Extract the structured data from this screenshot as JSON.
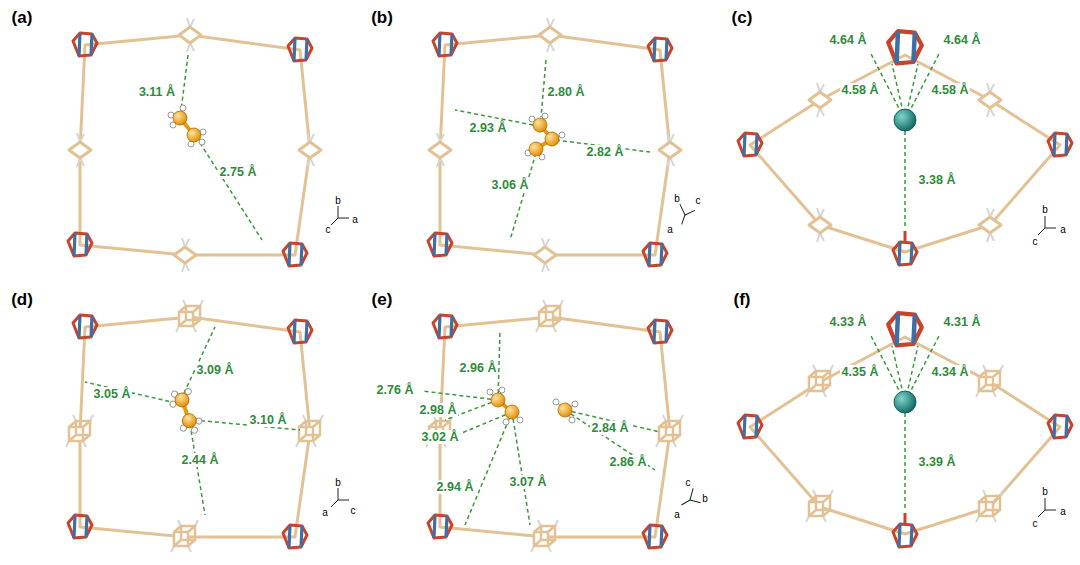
{
  "diagram": {
    "labels": [
      "(a)",
      "3.11 Å",
      "2.75 Å",
      "b",
      "c",
      "a",
      "(b)",
      "2.80 Å",
      "2.93 Å",
      "2.82 Å",
      "3.06 Å",
      "b",
      "c",
      "a",
      "(c)",
      "4.64 Å",
      "4.64 Å",
      "4.58 Å",
      "4.58 Å",
      "3.38 Å",
      "b",
      "a",
      "c",
      "(d)",
      "3.09 Å",
      "3.05 Å",
      "3.10 Å",
      "2.44 Å",
      "b",
      "a",
      "c",
      "(e)",
      "2.76 Å",
      "2.96 Å",
      "2.98 Å",
      "3.02 Å",
      "2.94 Å",
      "3.07 Å",
      "2.84 Å",
      "2.86 Å",
      "c",
      "b",
      "a",
      "(f)",
      "4.33 Å",
      "4.31 Å",
      "4.35 Å",
      "4.34 Å",
      "3.39 Å",
      "b",
      "a",
      "c"
    ]
  }
}
